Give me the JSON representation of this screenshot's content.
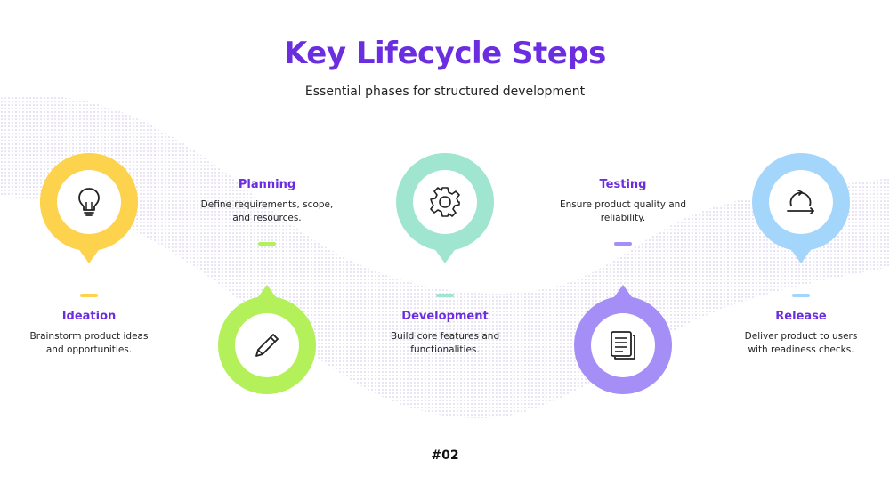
{
  "title": "Key Lifecycle Steps",
  "subtitle": "Essential phases for structured development",
  "footer": "#02",
  "colors": {
    "accent": "#6a2de0",
    "yellow": "#fdd34e",
    "green": "#b3f05a",
    "teal": "#9fe5cf",
    "purple": "#a58ff7",
    "blue": "#a4d5fb"
  },
  "steps": [
    {
      "title": "Ideation",
      "description": "Brainstorm product ideas and opportunities.",
      "icon": "lightbulb-icon",
      "color": "#fdd34e"
    },
    {
      "title": "Planning",
      "description": "Define requirements, scope, and resources.",
      "icon": "pencil-icon",
      "color": "#b3f05a"
    },
    {
      "title": "Development",
      "description": "Build core features and functionalities.",
      "icon": "gear-icon",
      "color": "#9fe5cf"
    },
    {
      "title": "Testing",
      "description": "Ensure product quality and reliability.",
      "icon": "document-icon",
      "color": "#a58ff7"
    },
    {
      "title": "Release",
      "description": "Deliver product to users with readiness checks.",
      "icon": "cycle-arrow-icon",
      "color": "#a4d5fb"
    }
  ]
}
